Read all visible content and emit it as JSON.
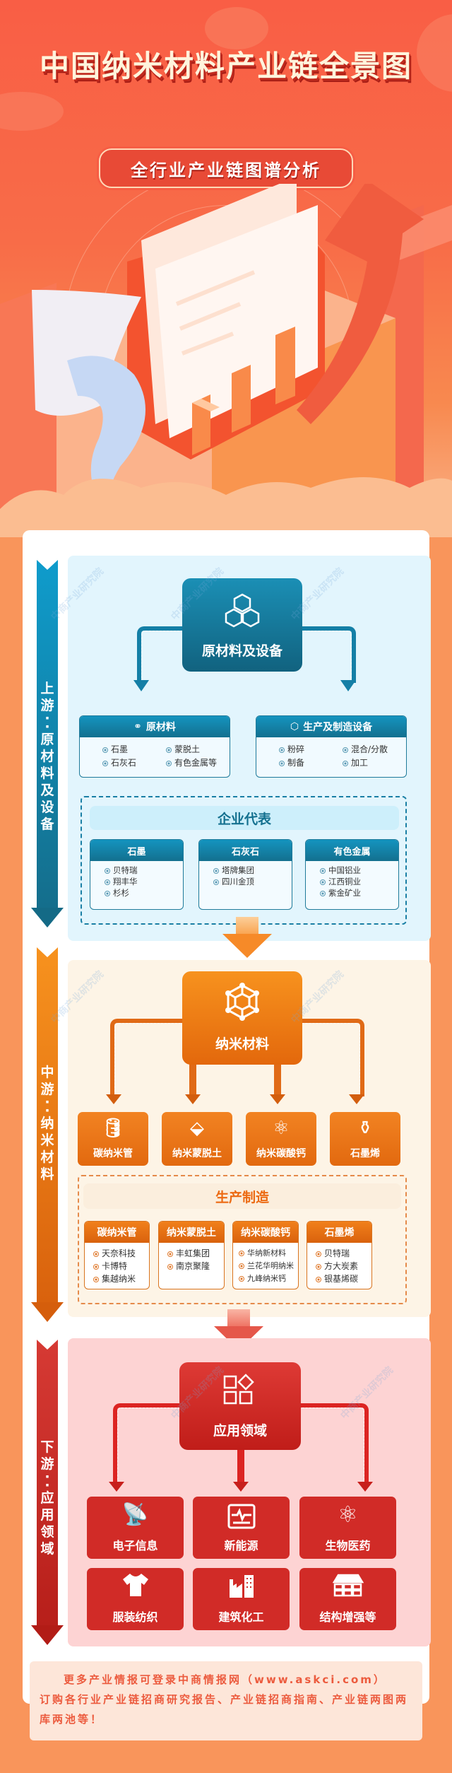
{
  "header": {
    "title": "中国纳米材料产业链全景图",
    "subtitle": "全行业产业链图谱分析"
  },
  "colors": {
    "hero_red": "#f95e45",
    "upstream_blue": "#13708f",
    "midstream_orange": "#ee7a12",
    "downstream_red": "#d42f2a",
    "footer_text": "#ec5b3e"
  },
  "upstream": {
    "side_label": "上游：原材料及设备",
    "side_chars": [
      "上",
      "游",
      "·",
      "·",
      "原",
      "材",
      "料",
      "及",
      "设",
      "备"
    ],
    "hub": {
      "label": "原材料及设备",
      "icon": "cubes-icon"
    },
    "cards": [
      {
        "title": "原材料",
        "icon": "molecule-icon",
        "items": [
          "石墨",
          "蒙脱土",
          "石灰石",
          "有色金属等"
        ]
      },
      {
        "title": "生产及制造设备",
        "icon": "equipment-box-icon",
        "items": [
          "粉碎",
          "混合/分散",
          "制备",
          "加工"
        ]
      }
    ],
    "enterprise": {
      "title": "企业代表",
      "groups": [
        {
          "title": "石墨",
          "items": [
            "贝特瑞",
            "翔丰华",
            "杉杉"
          ]
        },
        {
          "title": "石灰石",
          "items": [
            "塔牌集团",
            "四川金顶"
          ]
        },
        {
          "title": "有色金属",
          "items": [
            "中国铝业",
            "江西铜业",
            "紫金矿业"
          ]
        }
      ]
    }
  },
  "midstream": {
    "side_label": "中游：纳米材料",
    "side_chars": [
      "中",
      "游",
      "·",
      "·",
      "纳",
      "米",
      "材",
      "料"
    ],
    "hub": {
      "label": "纳米材料",
      "icon": "nano-lattice-icon"
    },
    "products": [
      {
        "label": "碳纳米管",
        "icon": "tank-droplets-icon"
      },
      {
        "label": "纳米蒙脱土",
        "icon": "clay-block-icon"
      },
      {
        "label": "纳米碳酸钙",
        "icon": "molecule-network-icon"
      },
      {
        "label": "石墨烯",
        "icon": "bottle-icon"
      }
    ],
    "manufacturing": {
      "title": "生产制造",
      "groups": [
        {
          "title": "碳纳米管",
          "items": [
            "天奈科技",
            "卡博特",
            "集越纳米"
          ]
        },
        {
          "title": "纳米蒙脱土",
          "items": [
            "丰虹集团",
            "南京聚隆"
          ]
        },
        {
          "title": "纳米碳酸钙",
          "items": [
            "华纳新材料",
            "兰花华明纳米",
            "九峰纳米钙"
          ]
        },
        {
          "title": "石墨烯",
          "items": [
            "贝特瑞",
            "方大炭素",
            "银基烯碳"
          ]
        }
      ]
    }
  },
  "downstream": {
    "side_label": "下游：应用领域",
    "side_chars": [
      "下",
      "游",
      "·",
      "·",
      "应",
      "用",
      "领",
      "域"
    ],
    "hub": {
      "label": "应用领域",
      "icon": "app-grid-icon"
    },
    "applications": [
      {
        "label": "电子信息",
        "icon": "signal-tower-icon"
      },
      {
        "label": "新能源",
        "icon": "battery-monitor-icon"
      },
      {
        "label": "生物医药",
        "icon": "atom-icon"
      },
      {
        "label": "服装纺织",
        "icon": "tshirt-icon"
      },
      {
        "label": "建筑化工",
        "icon": "factory-icon"
      },
      {
        "label": "结构增强等",
        "icon": "structure-icon"
      }
    ]
  },
  "footer": {
    "line1": "更多产业情报可登录中商情报网（www.askci.com）",
    "line2": "订购各行业产业链招商研究报告、产业链招商指南、产业链两图两库两池等！"
  },
  "watermark": "中商产业研究院"
}
